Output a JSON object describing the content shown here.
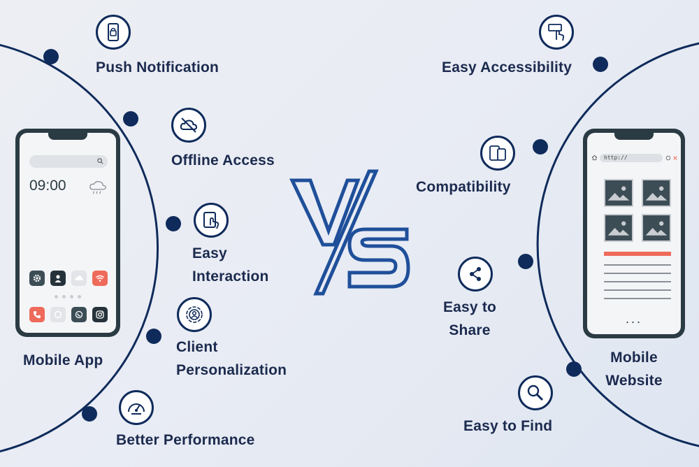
{
  "left_group": {
    "title": "Mobile App",
    "clock": "09:00",
    "features": [
      {
        "label": "Push Notification",
        "icon": "phone-lock-icon"
      },
      {
        "label": "Offline Access",
        "icon": "cloud-off-icon"
      },
      {
        "label": "Easy Interaction",
        "label_lines": [
          "Easy",
          "Interaction"
        ],
        "icon": "touch-tablet-icon"
      },
      {
        "label": "Client Personalization",
        "label_lines": [
          "Client",
          "Personalization"
        ],
        "icon": "user-target-icon"
      },
      {
        "label": "Better Performance",
        "icon": "speedometer-icon"
      }
    ]
  },
  "right_group": {
    "title": "Mobile Website",
    "title_lines": [
      "Mobile",
      "Website"
    ],
    "url": "http://",
    "ellipsis": "...",
    "features": [
      {
        "label": "Easy Accessibility",
        "icon": "click-pointer-icon"
      },
      {
        "label": "Compatibility",
        "icon": "devices-icon"
      },
      {
        "label": "Easy to Share",
        "label_lines": [
          "Easy to",
          "Share"
        ],
        "icon": "share-icon"
      },
      {
        "label": "Easy to Find",
        "icon": "search-icon"
      }
    ]
  },
  "versus": "VS",
  "colors": {
    "navy": "#0f2b5b",
    "accent_blue": "#1f4f9a",
    "coral": "#ee6a5a",
    "phone_body": "#2b3b43"
  }
}
